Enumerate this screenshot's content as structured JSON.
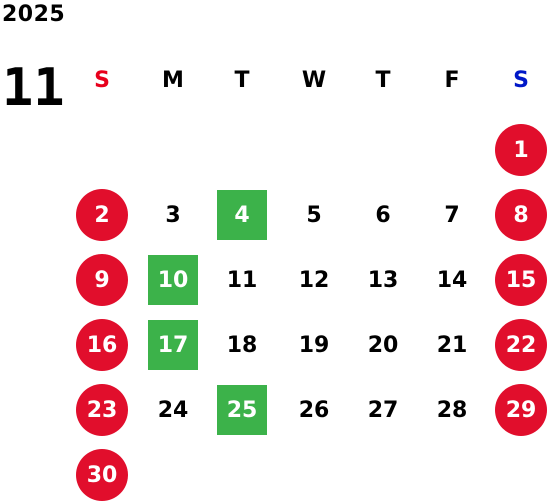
{
  "calendar": {
    "year": "2025",
    "month": "11",
    "weekdays": [
      "S",
      "M",
      "T",
      "W",
      "T",
      "F",
      "S"
    ],
    "weekday_colors": [
      "#e8001c",
      "#000000",
      "#000000",
      "#000000",
      "#000000",
      "#000000",
      "#0018c8"
    ],
    "holiday_color": "#e10e2c",
    "highlight_color": "#3cb24a",
    "weeks": [
      [
        "",
        "",
        "",
        "",
        "",
        "",
        "1"
      ],
      [
        "2",
        "3",
        "4",
        "5",
        "6",
        "7",
        "8"
      ],
      [
        "9",
        "10",
        "11",
        "12",
        "13",
        "14",
        "15"
      ],
      [
        "16",
        "17",
        "18",
        "19",
        "20",
        "21",
        "22"
      ],
      [
        "23",
        "24",
        "25",
        "26",
        "27",
        "28",
        "29"
      ],
      [
        "30",
        "",
        "",
        "",
        "",
        "",
        ""
      ]
    ],
    "red_circle_days": [
      "1",
      "2",
      "8",
      "9",
      "15",
      "16",
      "22",
      "23",
      "29",
      "30"
    ],
    "green_square_days": [
      "4",
      "10",
      "17",
      "25"
    ]
  }
}
